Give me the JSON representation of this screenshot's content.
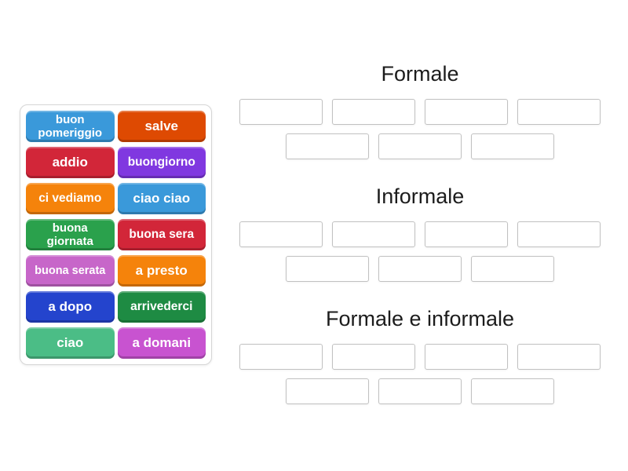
{
  "activity": {
    "type": "group-sort",
    "background_color": "#ffffff"
  },
  "tile_tray": {
    "tiles": [
      {
        "label": "buon pomeriggio",
        "color": "#3a99da",
        "size": "md",
        "wrap": true
      },
      {
        "label": "salve",
        "color": "#de4a02",
        "size": "md",
        "wrap": false
      },
      {
        "label": "addio",
        "color": "#d22639",
        "size": "md",
        "wrap": false
      },
      {
        "label": "buongiorno",
        "color": "#8038e0",
        "size": "sm",
        "wrap": false
      },
      {
        "label": "ci vediamo",
        "color": "#f5830b",
        "size": "sm",
        "wrap": false
      },
      {
        "label": "ciao ciao",
        "color": "#3a99da",
        "size": "md",
        "wrap": false
      },
      {
        "label": "buona giornata",
        "color": "#2aa14c",
        "size": "md",
        "wrap": true
      },
      {
        "label": "buona sera",
        "color": "#d22639",
        "size": "sm",
        "wrap": false
      },
      {
        "label": "buona serata",
        "color": "#c766c9",
        "size": "xs",
        "wrap": false
      },
      {
        "label": "a presto",
        "color": "#f5830b",
        "size": "md",
        "wrap": false
      },
      {
        "label": "a dopo",
        "color": "#2444cd",
        "size": "md",
        "wrap": false
      },
      {
        "label": "arrivederci",
        "color": "#1e8b43",
        "size": "sm",
        "wrap": false
      },
      {
        "label": "ciao",
        "color": "#4bbd86",
        "size": "md",
        "wrap": false
      },
      {
        "label": "a domani",
        "color": "#c853d0",
        "size": "md",
        "wrap": false
      }
    ]
  },
  "groups": [
    {
      "title": "Formale",
      "slot_rows": [
        4,
        3
      ]
    },
    {
      "title": "Informale",
      "slot_rows": [
        4,
        3
      ]
    },
    {
      "title": "Formale e informale",
      "slot_rows": [
        4,
        3
      ]
    }
  ]
}
